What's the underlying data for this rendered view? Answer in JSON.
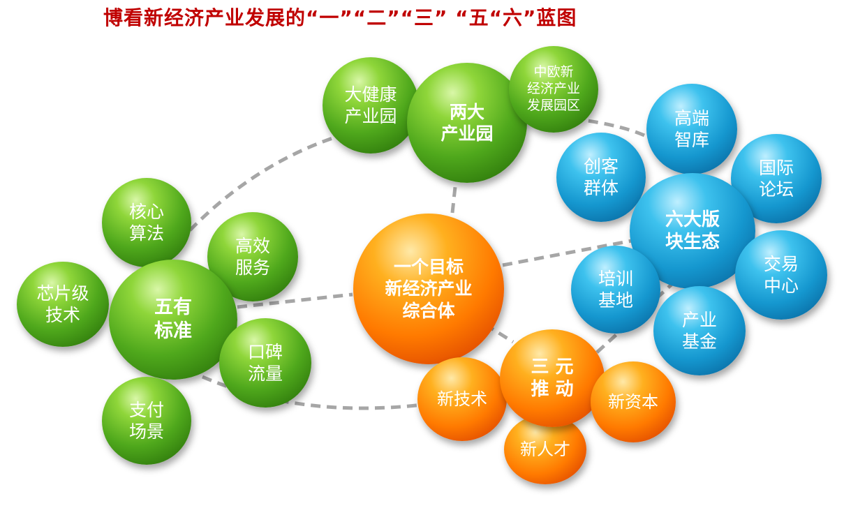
{
  "title": "博看新经济产业发展的“一”“二”“三” “五“六”蓝图",
  "center": "一个目标\n新经济产业\n综合体",
  "two_parks": {
    "hub": "两大\n产业园",
    "items": [
      "大健康\n产业园",
      "中欧新\n经济产业\n发展园区"
    ]
  },
  "five_standards": {
    "hub": "五有\n标准",
    "items": [
      "核心\n算法",
      "高效\n服务",
      "芯片级\n技术",
      "口碑\n流量",
      "支付\n场景"
    ]
  },
  "three_drivers": {
    "hub": "三 元\n推 动",
    "items": [
      "新技术",
      "新资本",
      "新人才"
    ]
  },
  "six_sections": {
    "hub": "六大版\n块生态",
    "items": [
      "高端\n智库",
      "创客\n群体",
      "国际\n论坛",
      "交易\n中心",
      "培训\n基地",
      "产业\n基金"
    ]
  },
  "colors": {
    "title": "#c00000",
    "green": "#4fa81c",
    "orange": "#ff7a00",
    "blue": "#1597cf",
    "link": "#a6a6a6"
  }
}
